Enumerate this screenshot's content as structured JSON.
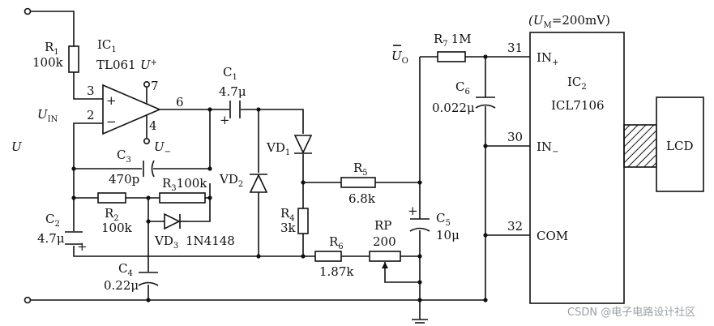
{
  "ic1": {
    "name": "IC",
    "sub": "1",
    "part": "TL061",
    "pin_noninv": "3",
    "pin_inv": "2",
    "pin_out": "6",
    "pin_vplus": "7",
    "pin_vminus": "4",
    "plus_sign": "+",
    "minus_sign": "−"
  },
  "supply": {
    "vplus": "U",
    "vplus_sub": "+",
    "vminus": "U",
    "vminus_sub": "−"
  },
  "input": {
    "uin": "U",
    "uin_sub": "IN",
    "u": "U"
  },
  "r1": {
    "name": "R",
    "sub": "1",
    "value": "100k"
  },
  "r2": {
    "name": "R",
    "sub": "2",
    "value": "100k"
  },
  "r3": {
    "name": "R",
    "sub": "3",
    "value": "100k"
  },
  "r4": {
    "name": "R",
    "sub": "4",
    "value": "3k"
  },
  "r5": {
    "name": "R",
    "sub": "5",
    "value": "6.8k"
  },
  "r6": {
    "name": "R",
    "sub": "6",
    "value": "1.87k"
  },
  "r7": {
    "name": "R",
    "sub": "7",
    "value": "1M"
  },
  "rp": {
    "name": "RP",
    "value": "200"
  },
  "c1": {
    "name": "C",
    "sub": "1",
    "value": "4.7μ",
    "plus": "+"
  },
  "c2": {
    "name": "C",
    "sub": "2",
    "value": "4.7μ",
    "plus": "+"
  },
  "c3": {
    "name": "C",
    "sub": "3",
    "value": "470p"
  },
  "c4": {
    "name": "C",
    "sub": "4",
    "value": "0.22μ"
  },
  "c5": {
    "name": "C",
    "sub": "5",
    "value": "10μ",
    "plus": "+"
  },
  "c6": {
    "name": "C",
    "sub": "6",
    "value": "0.022μ"
  },
  "vd1": {
    "name": "VD",
    "sub": "1"
  },
  "vd2": {
    "name": "VD",
    "sub": "2"
  },
  "vd3": {
    "name": "VD",
    "sub": "3",
    "part": "1N4148"
  },
  "uo": {
    "name": "U",
    "sub": "O"
  },
  "ic2": {
    "name": "IC",
    "sub": "2",
    "part": "ICL7106",
    "range_open": "(U",
    "range_sub": "M",
    "range_rest": "=200mV)",
    "pin31": "31",
    "pin30": "30",
    "pin32": "32",
    "in_plus": "IN",
    "in_plus_sub": "+",
    "in_minus": "IN",
    "in_minus_sub": "−",
    "com": "COM"
  },
  "lcd": {
    "label": "LCD"
  },
  "watermark": "CSDN @电子电路设计社区"
}
